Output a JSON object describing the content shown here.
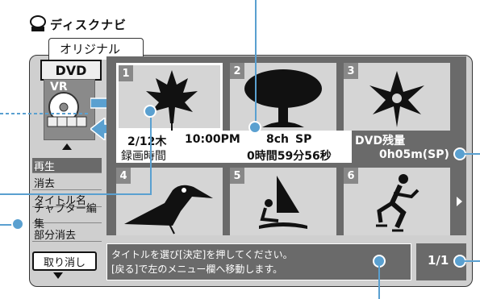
{
  "header": {
    "title": "ディスクナビ",
    "tab": "オリジナル"
  },
  "left_panel": {
    "media_badge": "DVD",
    "disc_label": "VR",
    "menu_items": [
      {
        "label": "再生",
        "selected": true
      },
      {
        "label": "消去",
        "selected": false
      },
      {
        "label": "タイトル名",
        "selected": false
      },
      {
        "label": "チャプター編集",
        "selected": false
      },
      {
        "label": "部分消去",
        "selected": false
      }
    ],
    "cancel": "取り消し"
  },
  "thumbnails": [
    {
      "num": "1",
      "icon": "maple-leaf-icon"
    },
    {
      "num": "2",
      "icon": "tree-icon"
    },
    {
      "num": "3",
      "icon": "lily-icon"
    },
    {
      "num": "4",
      "icon": "toucan-icon"
    },
    {
      "num": "5",
      "icon": "windsurfer-icon"
    },
    {
      "num": "6",
      "icon": "skater-icon"
    }
  ],
  "info": {
    "date": "2/12木",
    "time": "10:00PM",
    "channel": "8ch",
    "mode": "SP",
    "rec_label": "録画時間",
    "rec_value": "0時間59分56秒"
  },
  "remaining": {
    "label": "DVD残量",
    "value": "0h05m(SP)"
  },
  "message": {
    "line1": "タイトルを選び[決定]を押してください。",
    "line2": "[戻る]で左のメニュー欄へ移動します。"
  },
  "page": "1/1",
  "colors": {
    "callout": "#5aa0d0",
    "panel": "#6a6a6a",
    "selected": "#6a6a6a"
  }
}
